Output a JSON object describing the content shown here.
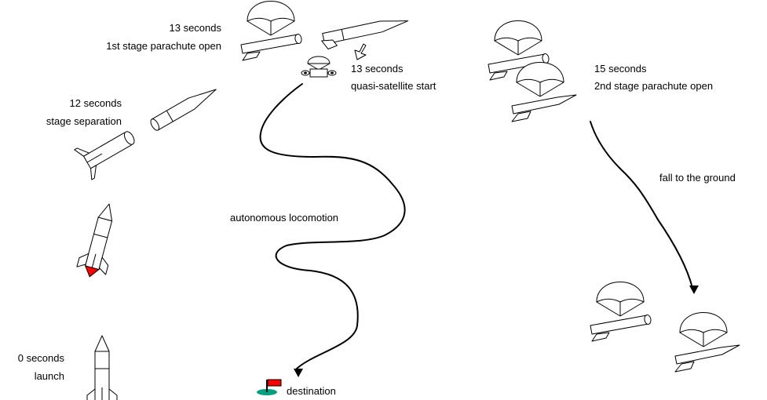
{
  "labels": {
    "stage1_time": "13 seconds",
    "stage1_event": "1st stage parachute open",
    "quasi_time": "13 seconds",
    "quasi_event": "quasi-satellite start",
    "stage2_time": "15 seconds",
    "stage2_event": "2nd stage parachute open",
    "separation_time": "12 seconds",
    "separation_event": "stage separation",
    "fall": "fall to the ground",
    "locomotion": "autonomous locomotion",
    "launch_time": "0 seconds",
    "launch_event": "launch",
    "destination": "destination"
  },
  "colors": {
    "flame": "#ff0000",
    "flag": "#ff0000",
    "goal_pad": "#00a080"
  },
  "icons": [
    "parachute-icon",
    "rocket-icon",
    "quasi-satellite-icon",
    "flag-icon",
    "arrowhead-icon"
  ]
}
